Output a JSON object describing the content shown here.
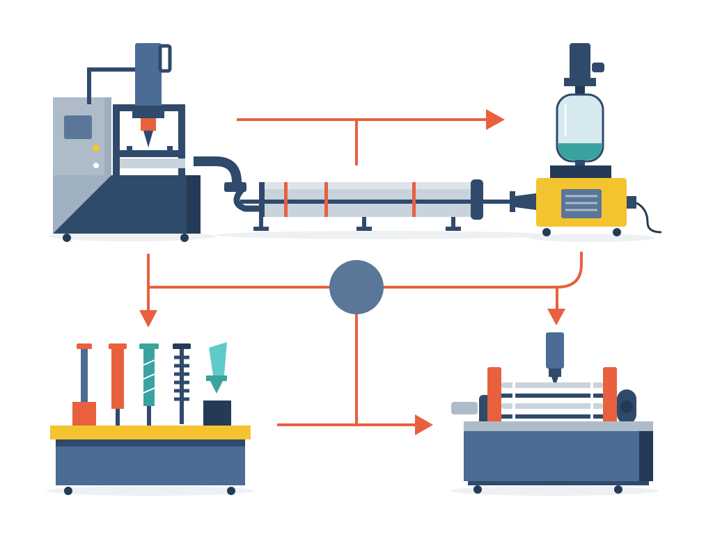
{
  "palette": {
    "navy": "#2f4a6b",
    "dark_navy": "#243a57",
    "steel_blue": "#4a6c95",
    "light_gray": "#aebcc9",
    "pale_gray": "#c9d3dc",
    "orange": "#e8603e",
    "yellow": "#f4c430",
    "teal": "#3aa3a0",
    "glass": "#d7e9f0",
    "hub": "#5a7698"
  },
  "machines": [
    {
      "id": "cnc-milling-machine",
      "icon": "cnc-mill-icon"
    },
    {
      "id": "extrusion-barrel",
      "icon": "extruder-barrel-icon"
    },
    {
      "id": "reactor-vessel",
      "icon": "reactor-vessel-icon"
    },
    {
      "id": "tool-rack",
      "icon": "tool-rack-icon"
    },
    {
      "id": "roller-press",
      "icon": "roller-press-icon"
    }
  ],
  "tools": [
    "rod-tool",
    "marker-tool",
    "screw-tool",
    "spring-tool",
    "nozzle-tool"
  ],
  "connectors": [
    "top-arrow",
    "left-branch-arrow",
    "right-branch-arrow",
    "bottom-arrow",
    "central-hub"
  ]
}
